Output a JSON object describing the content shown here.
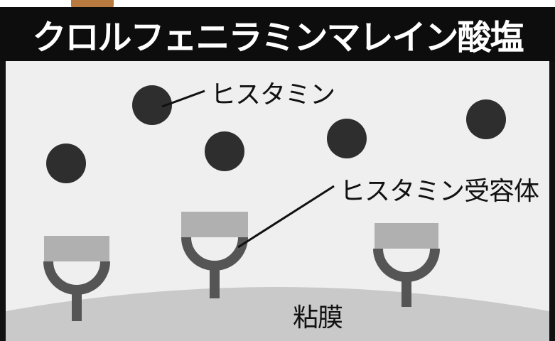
{
  "title": "クロルフェニラミンマレイン酸塩",
  "labels": {
    "histamine": "ヒスタミン",
    "receptor": "ヒスタミン受容体",
    "mucosa": "粘膜"
  },
  "colors": {
    "title_bg": "#0d0d0d",
    "title_text": "#ffffff",
    "panel_bg": "#efefef",
    "mucosa": "#c9c9c9",
    "histamine": "#2e2e2e",
    "receptor_cup": "#b0b0b0",
    "receptor_stem": "#555555"
  }
}
